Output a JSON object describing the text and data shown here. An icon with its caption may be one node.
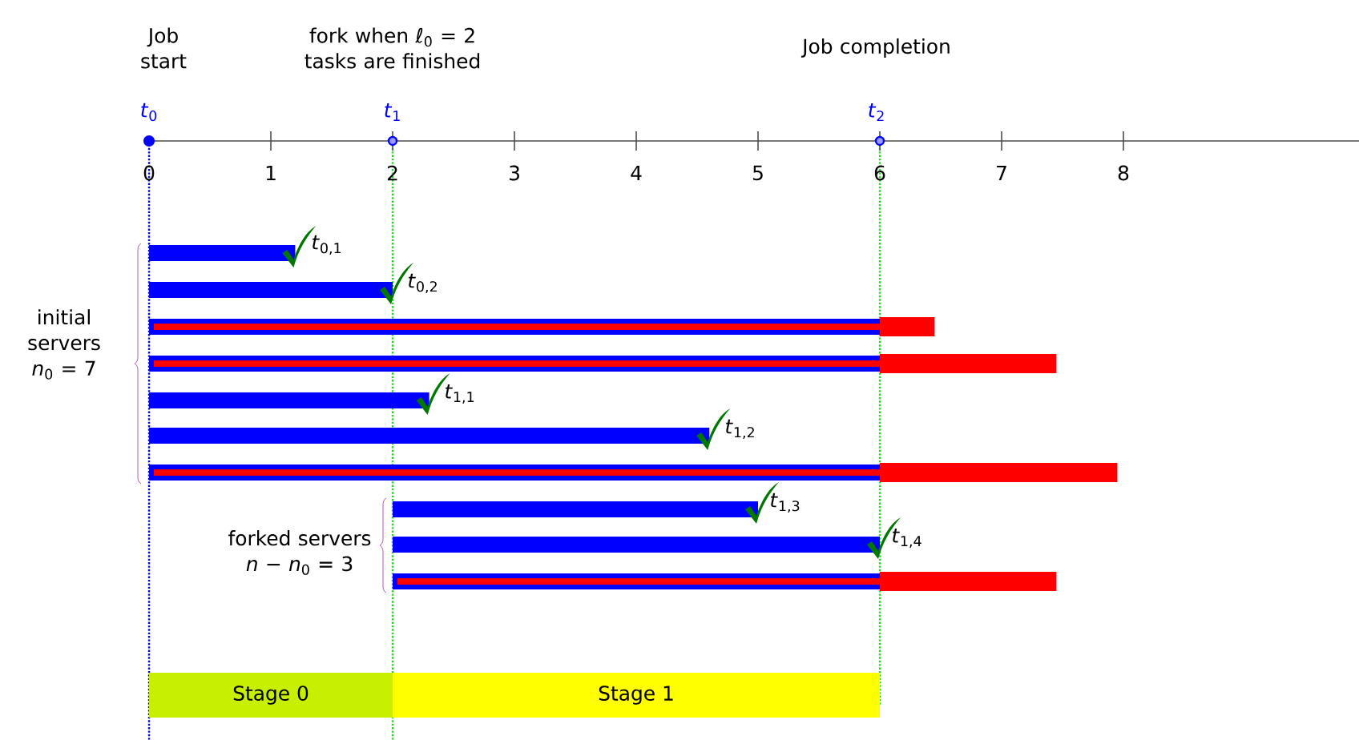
{
  "diagram": {
    "nodes": [
      {
        "text": [
          "Stage 0"
        ]
      },
      {
        "text": [
          "Stage 1"
        ]
      }
    ],
    "labels": [
      "Job start",
      "fork when *ℓ*$_{0}$ = 2 tasks are finished",
      "Job completion",
      "*t*$_{0}$",
      "*t*$_{1}$",
      "*t*$_{2}$",
      "0",
      "1",
      "2",
      "3",
      "4",
      "5",
      "6",
      "7",
      "8",
      "initial servers *n*$_{0}$ = 7",
      "*t*$_{0,1}$",
      "*t*$_{0,2}$",
      "*t*$_{1,1}$",
      "*t*$_{1,2}$",
      "forked servers *n* − *n*$_{0}$ = 3",
      "*t*$_{1,3}$",
      "*t*$_{1,4}$"
    ]
  }
}
